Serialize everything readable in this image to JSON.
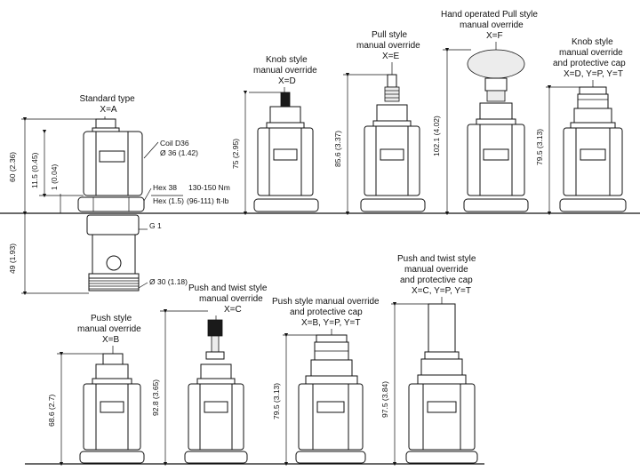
{
  "variants": [
    {
      "id": "standard",
      "title": [
        "Standard type",
        "X=A"
      ]
    },
    {
      "id": "knob",
      "title": [
        "Knob style",
        "manual override",
        "X=D"
      ],
      "dimension": "75 (2.95)"
    },
    {
      "id": "pull",
      "title": [
        "Pull style",
        "manual override",
        "X=E"
      ],
      "dimension": "85.6 (3.37)"
    },
    {
      "id": "hand-pull",
      "title": [
        "Hand operated Pull style",
        "manual override",
        "X=F"
      ],
      "dimension": "102.1 (4.02)"
    },
    {
      "id": "knob-cap",
      "title": [
        "Knob style",
        "manual override",
        "and protective cap",
        "X=D, Y=P, Y=T"
      ],
      "dimension": "79.5 (3.13)"
    },
    {
      "id": "push",
      "title": [
        "Push style",
        "manual override",
        "X=B"
      ],
      "dimension": "68.6 (2.7)"
    },
    {
      "id": "push-twist",
      "title": [
        "Push and twist style",
        "manual override",
        "X=C"
      ],
      "dimension": "92.8 (3.65)"
    },
    {
      "id": "push-cap",
      "title": [
        "Push style manual override",
        "and protective cap",
        "X=B, Y=P, Y=T"
      ],
      "dimension": "79.5 (3.13)"
    },
    {
      "id": "push-twist-cap",
      "title": [
        "Push and twist style",
        "manual override",
        "and protective cap",
        "X=C, Y=P, Y=T"
      ],
      "dimension": "97.5 (3.84)"
    }
  ],
  "standard_dims": {
    "total_height": "60 (2.36)",
    "coil_to_hex": "11.5 (0.45)",
    "hex_gap": "1 (0.04)",
    "coil": "Coil D36",
    "coil_dia": "Ø 36 (1.42)",
    "hex38": "Hex 38",
    "hex15": "Hex (1.5)",
    "torque_nm": "130-150 Nm",
    "torque_ftlb": "(96-111) ft-lb",
    "thread": "G 1",
    "body_len": "49 (1.93)",
    "nose_dia": "Ø 30 (1.18)"
  }
}
